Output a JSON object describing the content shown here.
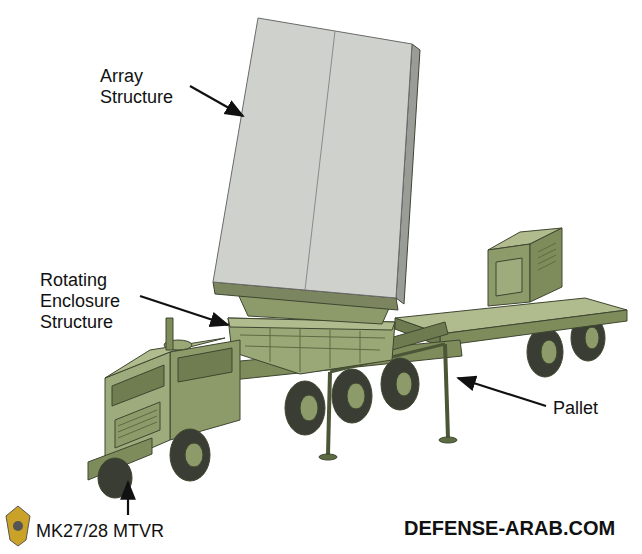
{
  "diagram": {
    "labels": [
      "Array Structure",
      "Rotating Enclosure Structure",
      "Pallet",
      "MK27/28 MTVR",
      "DEFENSE-ARAB.COM"
    ]
  }
}
